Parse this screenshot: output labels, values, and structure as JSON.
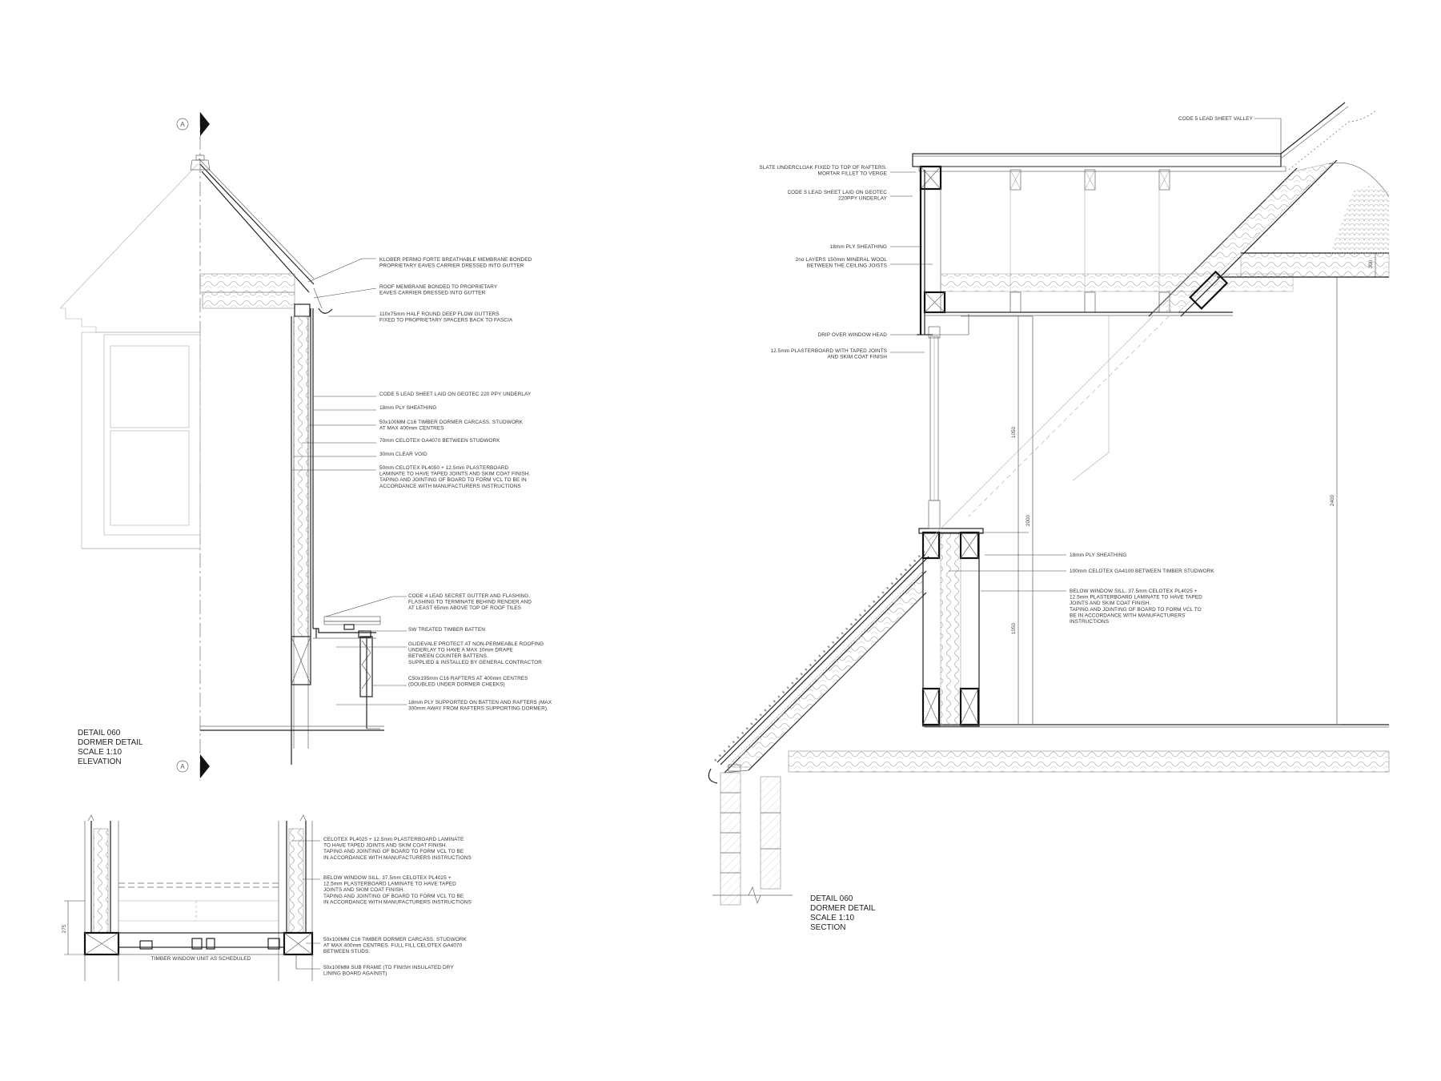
{
  "elevation": {
    "title": [
      "DETAIL 060",
      "DORMER DETAIL",
      "SCALE 1:10",
      "ELEVATION"
    ],
    "grid_label": "A",
    "notes": [
      [
        "KLOBER PERMO FORTE BREATHABLE MEMBRANE BONDED",
        "PROPRIETARY EAVES CARRIER DRESSED INTO GUTTER"
      ],
      [
        "ROOF MEMBRANE BONDED TO PROPRIETARY",
        "EAVES CARRIER DRESSED INTO GUTTER"
      ],
      [
        "110x75mm HALF ROUND DEEP FLOW GUTTERS",
        "FIXED TO PROPRIETARY SPACERS BACK TO FASCIA"
      ],
      [
        "CODE 5 LEAD SHEET LAID ON GEOTEC 220 PPY UNDERLAY"
      ],
      [
        "18mm PLY SHEATHING"
      ],
      [
        "50x100MM C16 TIMBER DORMER CARCASS. STUDWORK",
        "AT MAX 400mm CENTRES"
      ],
      [
        "70mm CELOTEX GA4070 BETWEEN STUDWORK"
      ],
      [
        "30mm CLEAR VOID"
      ],
      [
        "50mm CELOTEX PL4050 + 12.5mm PLASTERBOARD",
        "LAMINATE TO HAVE TAPED JOINTS AND SKIM COAT FINISH.",
        "TAPING AND JOINTING OF BOARD TO FORM VCL TO BE IN",
        "ACCORDANCE WITH MANUFACTURERS INSTRUCTIONS"
      ],
      [
        "CODE 4 LEAD SECRET GUTTER AND FLASHING.",
        "FLASHING TO TERMINATE BEHIND RENDER AND",
        "AT LEAST 65mm ABOVE TOP OF ROOF TILES"
      ],
      [
        "SW TREATED TIMBER BATTEN"
      ],
      [
        "GLIDEVALE PROTECT AT NON-PERMEABLE ROOFING",
        "UNDERLAY TO HAVE A MAX 10mm DRAPE",
        "BETWEEN COUNTER BATTENS.",
        "SUPPLIED & INSTALLED BY GENERAL CONTRACTOR"
      ],
      [
        "C50x195mm C16 RAFTERS AT 400mm CENTRES",
        "(DOUBLED UNDER DORMER CHEEKS)"
      ],
      [
        "18mm PLY SUPPORTED ON BATTEN AND RAFTERS (MAX",
        "300mm AWAY FROM RAFTERS SUPPORTING DORMER)."
      ]
    ]
  },
  "plan": {
    "notes": [
      [
        "CELOTEX PL4025 + 12.5mm PLASTERBOARD LAMINATE",
        "TO HAVE TAPED JOINTS AND SKIM COAT FINISH.",
        "TAPING AND JOINTING OF BOARD TO FORM VCL TO BE",
        "IN ACCORDANCE WITH MANUFACTURERS INSTRUCTIONS"
      ],
      [
        "BELOW WINDOW SILL. 37.5mm CELOTEX PL4025 +",
        "12.5mm PLASTERBOARD LAMINATE TO HAVE TAPED",
        "JOINTS AND SKIM COAT FINISH.",
        "TAPING AND JOINTING OF BOARD TO FORM VCL TO BE",
        "IN ACCORDANCE WITH MANUFACTURERS INSTRUCTIONS"
      ],
      [
        "50x100MM C16 TIMBER DORMER CARCASS. STUDWORK",
        "AT MAX 400mm CENTRES. FULL FILL CELOTEX GA4070",
        "BETWEEN STUDS."
      ],
      [
        "50x100MM SUB FRAME (TO FINISH INSULATED DRY",
        "LINING BOARD AGAINST)"
      ]
    ],
    "window_label": "TIMBER WINDOW UNIT AS SCHEDULED",
    "dim": "275"
  },
  "section": {
    "title": [
      "DETAIL 060",
      "DORMER DETAIL",
      "SCALE 1:10",
      "SECTION"
    ],
    "notes_left": [
      [
        "SLATE UNDERCLOAK FIXED TO TOP OF RAFTERS.",
        "MORTAR FILLET TO VERGE"
      ],
      [
        "CODE 5 LEAD SHEET LAID ON GEOTEC",
        "220PPY UNDERLAY"
      ],
      [
        "18mm PLY SHEATHING"
      ],
      [
        "2no LAYERS 150mm MINERAL WOOL",
        "BETWEEN THE CEILING JOISTS"
      ],
      [
        "DRIP OVER WINDOW HEAD"
      ],
      [
        "12.5mm PLASTERBOARD WITH TAPED JOINTS",
        "AND SKIM COAT FINISH"
      ]
    ],
    "note_top": [
      "CODE 5 LEAD SHEET VALLEY"
    ],
    "notes_right": [
      [
        "18mm PLY SHEATHING"
      ],
      [
        "100mm CELOTEX GA4100 BETWEEN TIMBER STUDWORK"
      ],
      [
        "BELOW WINDOW SILL. 37.5mm CELOTEX PL4025 +",
        "12.5mm PLASTERBOARD LAMINATE TO HAVE TAPED",
        "JOINTS AND SKIM COAT FINISH.",
        "TAPING AND JOINTING OF BOARD TO FORM VCL TO",
        "BE IN ACCORDANCE WITH MANUFACTURERS",
        "INSTRUCTIONS"
      ]
    ],
    "dims": [
      "1050",
      "2000",
      "1050",
      "2400",
      "300"
    ]
  }
}
